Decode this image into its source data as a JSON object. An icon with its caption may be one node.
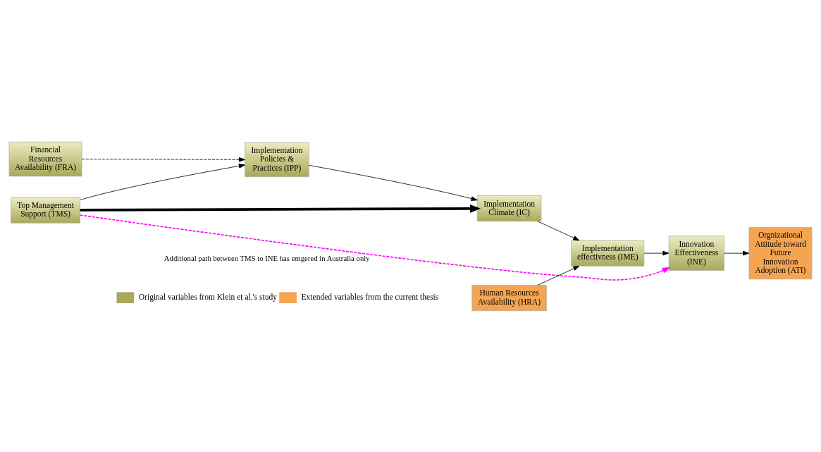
{
  "diagram": {
    "nodes": [
      {
        "text": [
          "Financial Resources Availability (FRA)"
        ]
      },
      {
        "text": [
          "Implementation Policies & Practices (IPP)"
        ]
      },
      {
        "text": [
          "Top Management Support (TMS)"
        ]
      },
      {
        "text": [
          "Implementation Climate (IC)"
        ]
      },
      {
        "text": [
          "Human Resources Availability (HRA)"
        ]
      },
      {
        "text": [
          "Implementation effectivness (IME)"
        ]
      },
      {
        "text": [
          "Innovation Effectiveness (INE)"
        ]
      },
      {
        "text": [
          "Orgnizational Attitude toward Future Innovation Adoption (ATI)"
        ]
      }
    ],
    "edges": [
      {
        "from": 0,
        "to": 1,
        "arrow": "to",
        "style": "dashed"
      },
      {
        "from": 2,
        "to": 1,
        "arrow": "to"
      },
      {
        "from": 1,
        "to": 3,
        "arrow": "to"
      },
      {
        "from": 2,
        "to": 3,
        "arrow": "to",
        "style": "thick"
      },
      {
        "from": 3,
        "to": 5,
        "arrow": "to"
      },
      {
        "from": 4,
        "to": 5,
        "arrow": "to"
      },
      {
        "from": 5,
        "to": 6,
        "arrow": "to"
      },
      {
        "from": 6,
        "to": 7,
        "arrow": "to"
      },
      {
        "from": 2,
        "to": 6,
        "arrow": "to",
        "label": "Additional path between TMS to INE has emgered in Australia only",
        "style": "dashed",
        "color": "#ff00ff"
      }
    ],
    "legend": [
      {
        "text": "Original variables from Klein et al.'s study",
        "color": "#a8a85a"
      },
      {
        "text": "Extended variables from the current thesis",
        "color": "#f5a552"
      }
    ]
  }
}
